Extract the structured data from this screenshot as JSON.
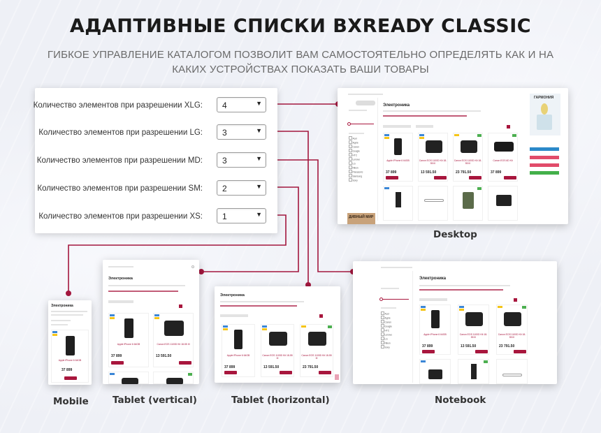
{
  "header": {
    "title": "АДАПТИВНЫЕ СПИСКИ BXREADY CLASSIC",
    "subtitle": "ГИБКОЕ УПРАВЛЕНИЕ КАТАЛОГОМ ПОЗВОЛИТ ВАМ САМОСТОЯТЕЛЬНО ОПРЕДЕЛЯТЬ КАК И НА КАКИХ УСТРОЙСТВАХ ПОКАЗАТЬ ВАШИ ТОВАРЫ"
  },
  "settings": [
    {
      "label": "Количество элементов при разрешении XLG:",
      "value": "4"
    },
    {
      "label": "Количество элементов при разрешении LG:",
      "value": "3"
    },
    {
      "label": "Количество элементов при разрешении MD:",
      "value": "3"
    },
    {
      "label": "Количество элементов при разрешении SM:",
      "value": "2"
    },
    {
      "label": "Количество элементов при разрешении XS:",
      "value": "1"
    }
  ],
  "select_arrow": "▼",
  "devices": {
    "desktop": "Desktop",
    "notebook": "Notebook",
    "tablet_h": "Tablet (horizontal)",
    "tablet_v": "Tablet (vertical)",
    "mobile": "Mobile"
  },
  "mock": {
    "section": "Электроника",
    "banner_title": "ГАРМОНИЯ",
    "banner_promo": "ДИВНЫЙ МИР",
    "products": [
      {
        "name": "Apple iPhone 6 64GB",
        "price": "37 899"
      },
      {
        "name": "Canon EOS 1100D Kit 18-55 III",
        "price": "13 591.50"
      },
      {
        "name": "Canon EOS 1100D Kit 18-55 III",
        "price": "23 791.50"
      },
      {
        "name": "Canon EOS 6D Kit",
        "price": "37 899"
      }
    ]
  },
  "colors": {
    "accent": "#a8163d",
    "new_badge": "#3a86d6",
    "hit_badge": "#f5c518",
    "gift_badge": "#4caf50"
  }
}
